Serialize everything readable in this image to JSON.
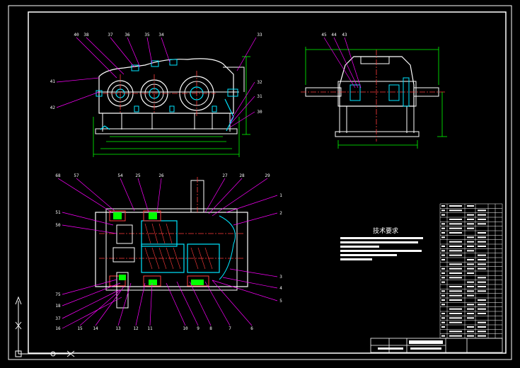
{
  "drawing": {
    "background": "#000000",
    "colors": {
      "outline": "#ffffff",
      "dimension": "#00ff00",
      "leader": "#ff00ff",
      "center": "#ff3b3b",
      "hatch": "#ff3b3b",
      "part": "#00e5ff",
      "axis": "#00ff00",
      "label": "#ffffff"
    },
    "front_view_labels": [
      "40",
      "38",
      "37",
      "36",
      "35",
      "34",
      "33",
      "41",
      "42",
      "32",
      "31",
      "30"
    ],
    "side_view_labels": [
      "45",
      "44",
      "43"
    ],
    "plan_view_labels_top": [
      "68",
      "57",
      "54",
      "25",
      "26",
      "27",
      "28",
      "29"
    ],
    "plan_view_labels_left": [
      "51",
      "50",
      "75",
      "18",
      "37",
      "16"
    ],
    "plan_view_labels_bottom": [
      "15",
      "14",
      "13",
      "12",
      "11",
      "10",
      "9",
      "8",
      "7",
      "6"
    ],
    "plan_view_labels_right": [
      "1",
      "2",
      "3",
      "4",
      "5"
    ],
    "technical_requirements": {
      "title": "技术要求"
    }
  }
}
